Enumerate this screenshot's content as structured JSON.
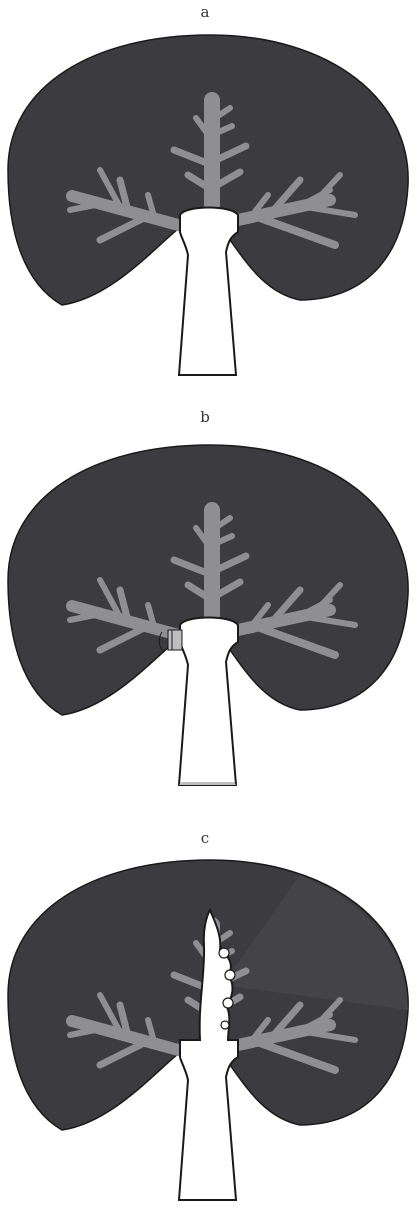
{
  "panels": [
    {
      "label": "a"
    },
    {
      "label": "b"
    },
    {
      "label": "c"
    }
  ],
  "colors": {
    "crown": "#3c3c40",
    "branches": "#8f8f93",
    "trunk": "#ffffff",
    "outline": "#1a1a1a",
    "label": "#333333"
  }
}
